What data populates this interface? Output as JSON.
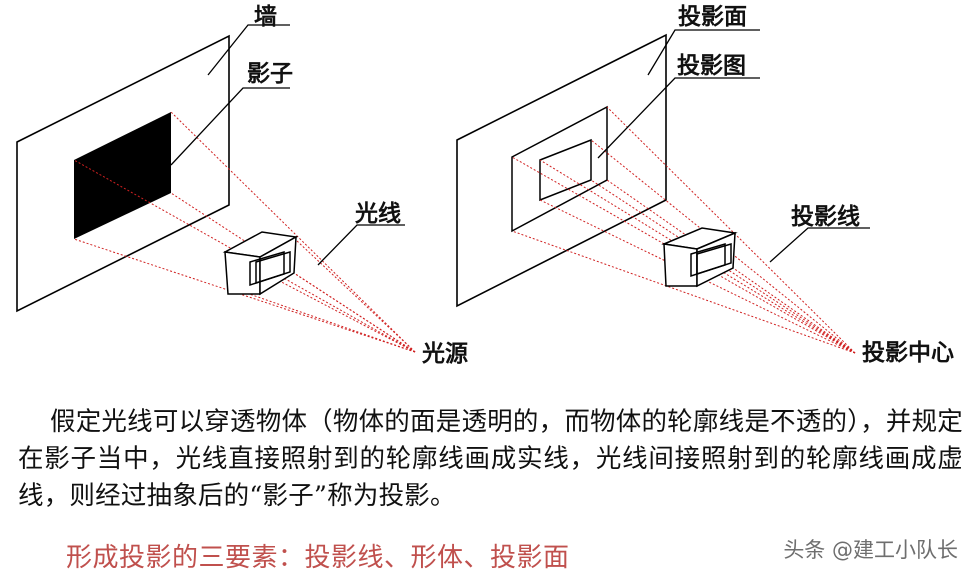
{
  "diagram": {
    "left": {
      "wall_label": "墙",
      "shadow_label": "影子",
      "ray_label": "光线",
      "source_label": "光源"
    },
    "right": {
      "plane_label": "投影面",
      "projection_label": "投影图",
      "ray_label": "投影线",
      "center_label": "投影中心"
    },
    "colors": {
      "outline": "#000000",
      "rays": "#d02020",
      "shadow_fill": "#000000",
      "emphasis_text": "#c0504d"
    }
  },
  "paragraph": "假定光线可以穿透物体（物体的面是透明的，而物体的轮廓线是不透的），并规定在影子当中，光线直接照射到的轮廓线画成实线，光线间接照射到的轮廓线画成虚线，则经过抽象后的“影子”称为投影。",
  "elements_line": "形成投影的三要素：投影线、形体、投影面",
  "watermark": "头条 @建工小队长"
}
